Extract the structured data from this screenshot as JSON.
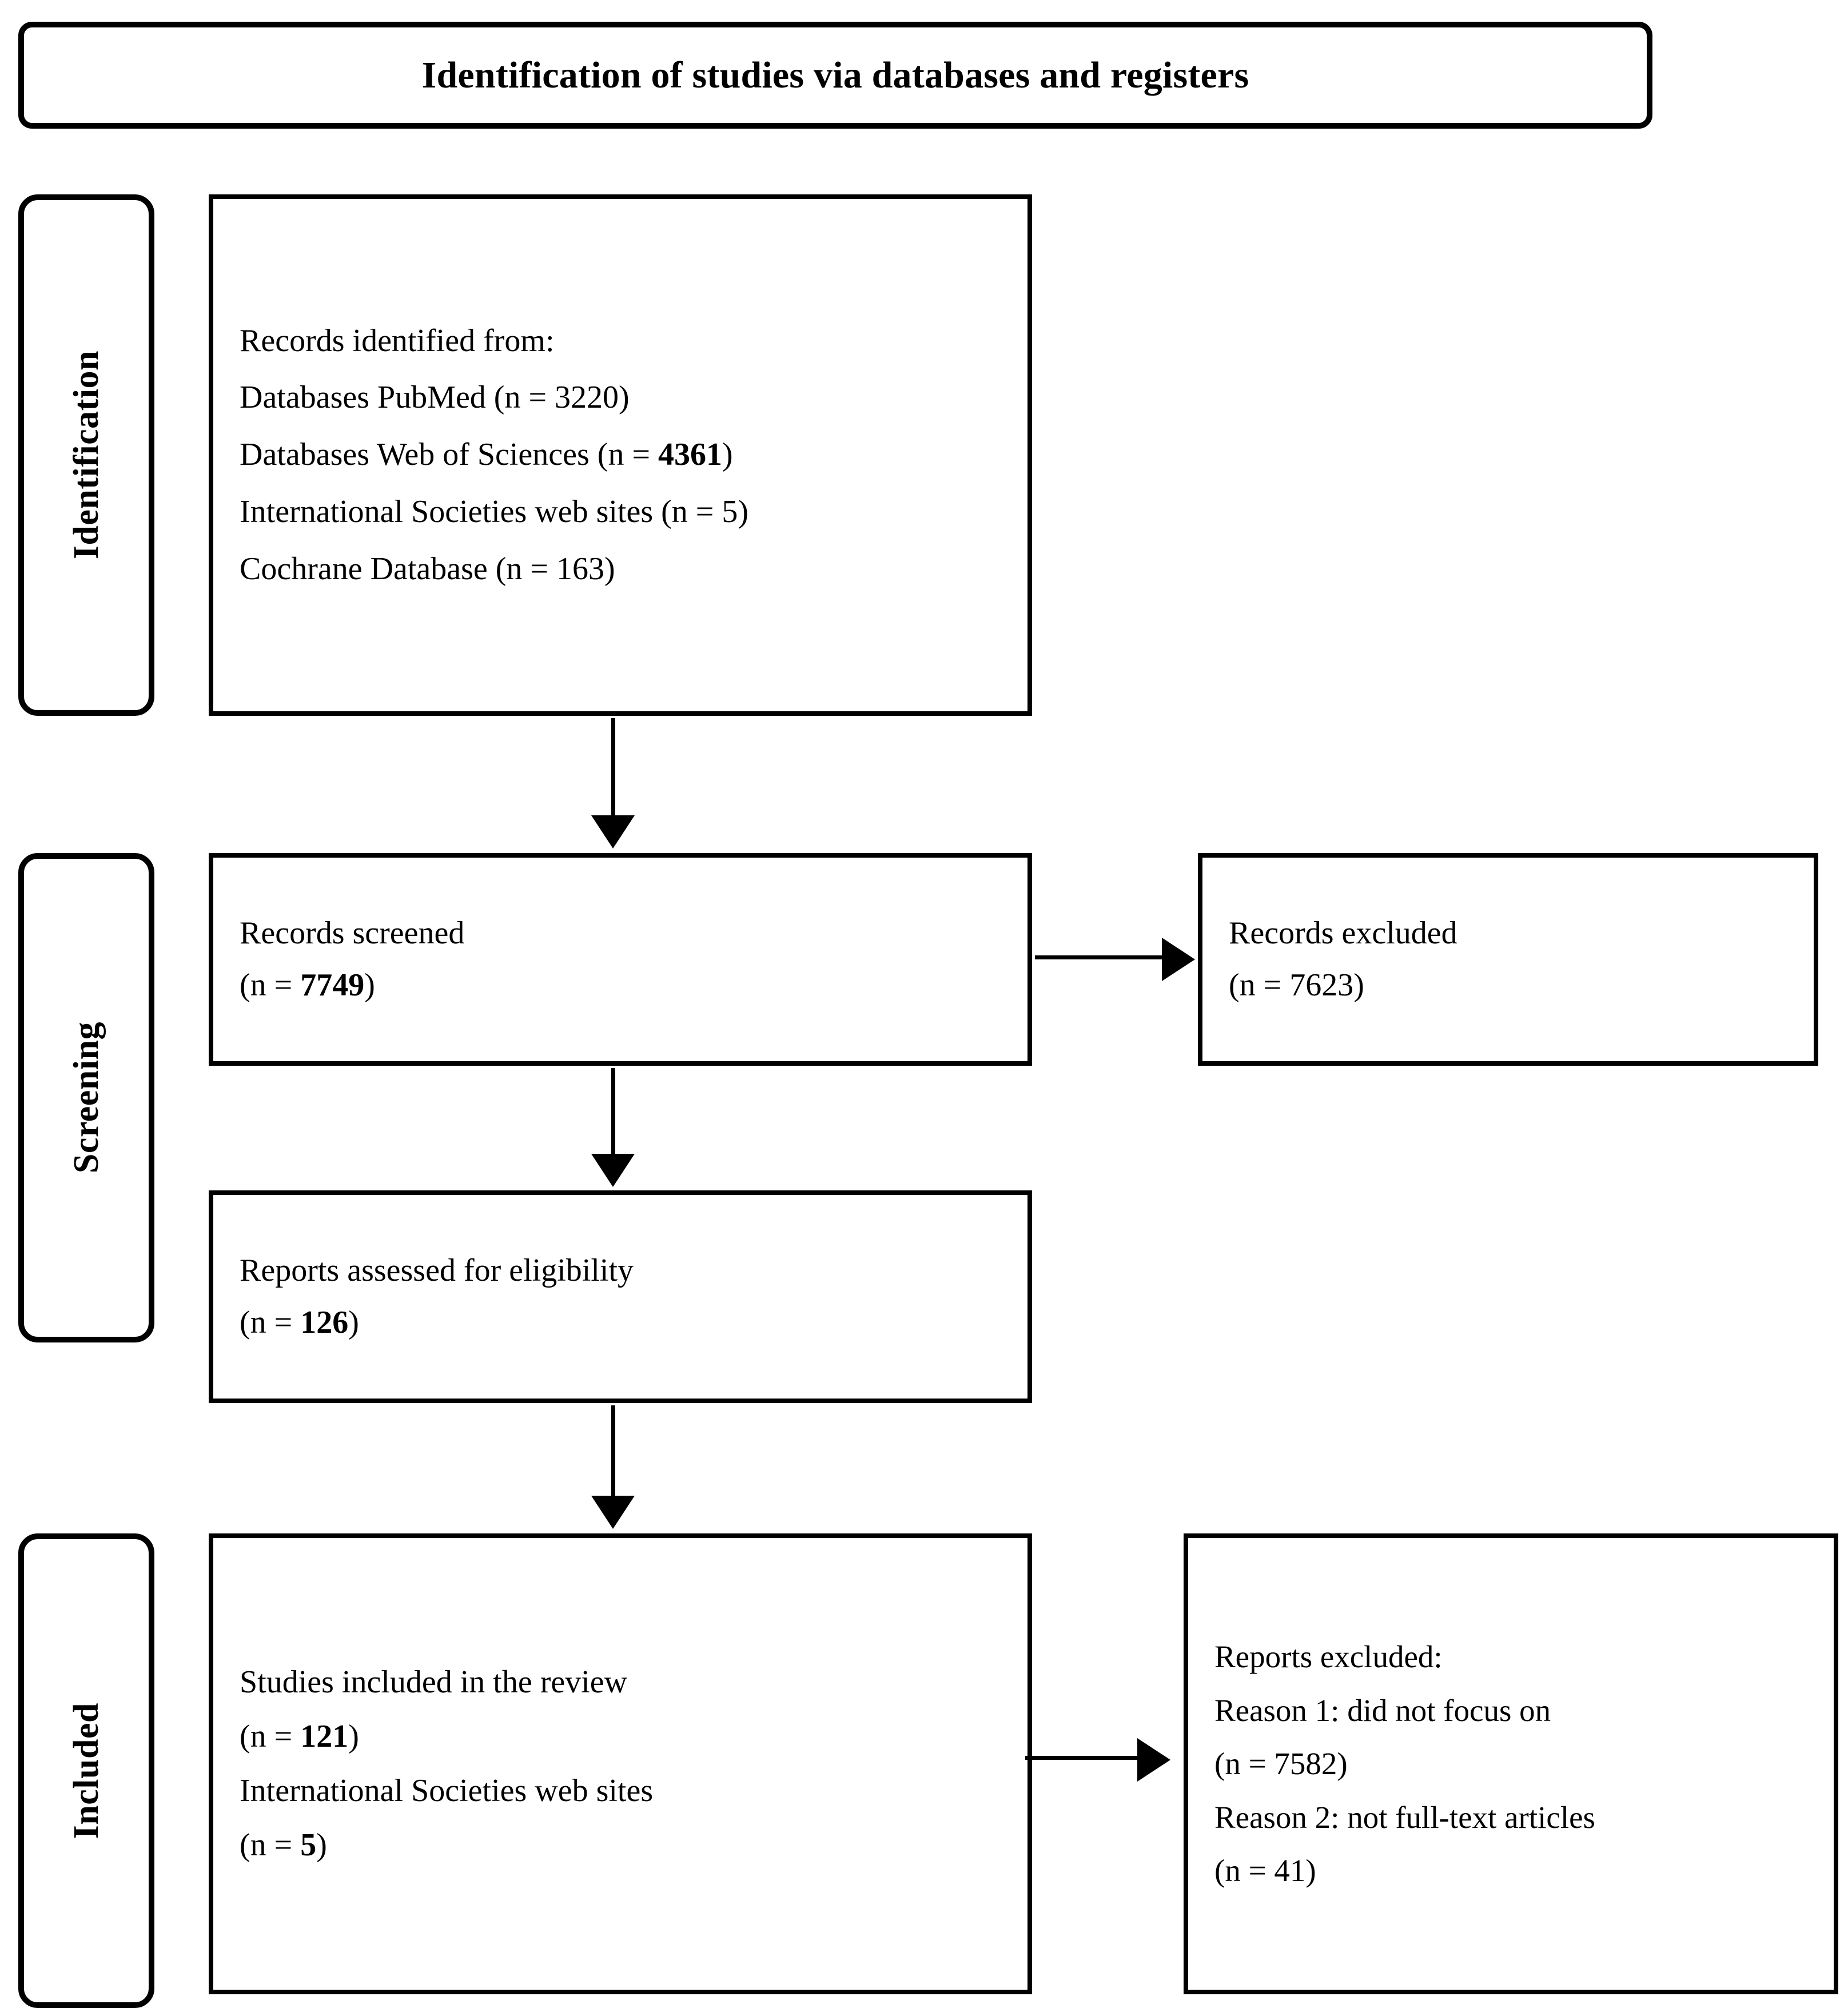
{
  "diagram": {
    "title": "Identification of studies via databases and registers",
    "type": "PRISMA flow diagram"
  },
  "stages": [
    {
      "id": "identification",
      "label": "Identification"
    },
    {
      "id": "screening",
      "label": "Screening"
    },
    {
      "id": "included",
      "label": "Included"
    }
  ],
  "boxes": {
    "identified": {
      "lines": [
        "Records identified from:",
        "Databases PubMed (n = 3220)",
        "Databases Web of Sciences (n = 4361)",
        "International Societies web sites (n = 5)",
        "Cochrane Database (n = 163)"
      ],
      "heading": "Records identified from:",
      "source_1_label": "Databases PubMed (n = ",
      "source_1_value": "3220",
      "source_1_close": ")",
      "source_2_label": "Databases Web of Sciences (n = ",
      "source_2_value": "4361",
      "source_2_close": ")",
      "source_3_label": "International Societies web sites (n = ",
      "source_3_value": "5",
      "source_3_close": ")",
      "source_4_label": "Cochrane Database (n = ",
      "source_4_value": "163",
      "source_4_close": ")"
    },
    "screened": {
      "title": "Records screened",
      "count_prefix": "(n = ",
      "count_value": "7749",
      "count_suffix": ")"
    },
    "records_excluded": {
      "title": "Records excluded",
      "count_prefix": "(n = ",
      "count_value": "7623",
      "count_suffix": ")"
    },
    "eligibility": {
      "title": "Reports assessed for eligibility",
      "count_prefix": "(n = ",
      "count_value": "126",
      "count_suffix": ")"
    },
    "included_studies": {
      "title": "Studies included in the review",
      "count_prefix": "(n = ",
      "count_value": "121",
      "count_suffix": ")",
      "secondary_title": "International Societies web sites",
      "secondary_prefix": "(n = ",
      "secondary_value": "5",
      "secondary_suffix": ")"
    },
    "reports_excluded": {
      "title": "Reports excluded:",
      "reason_1": "Reason 1: did not focus on",
      "reason_1_count": "(n = 7582)",
      "reason_2": "Reason 2: not full-text articles",
      "reason_2_count": "(n = 41)"
    }
  },
  "chart_data": {
    "type": "diagram",
    "title": "Identification of studies via databases and registers",
    "nodes": [
      {
        "stage": "Identification",
        "label": "Records identified from: Databases PubMed",
        "n": 3220
      },
      {
        "stage": "Identification",
        "label": "Databases Web of Sciences",
        "n": 4361
      },
      {
        "stage": "Identification",
        "label": "International Societies web sites",
        "n": 5
      },
      {
        "stage": "Identification",
        "label": "Cochrane Database",
        "n": 163
      },
      {
        "stage": "Screening",
        "label": "Records screened",
        "n": 7749
      },
      {
        "stage": "Screening",
        "label": "Records excluded",
        "n": 7623
      },
      {
        "stage": "Screening",
        "label": "Reports assessed for eligibility",
        "n": 126
      },
      {
        "stage": "Included",
        "label": "Studies included in the review",
        "n": 121
      },
      {
        "stage": "Included",
        "label": "International Societies web sites",
        "n": 5
      },
      {
        "stage": "Included",
        "label": "Reports excluded: Reason 1: did not focus on",
        "n": 7582
      },
      {
        "stage": "Included",
        "label": "Reports excluded: Reason 2: not full-text articles",
        "n": 41
      }
    ],
    "edges": [
      {
        "from": "Records identified from",
        "to": "Records screened"
      },
      {
        "from": "Records screened",
        "to": "Records excluded"
      },
      {
        "from": "Records screened",
        "to": "Reports assessed for eligibility"
      },
      {
        "from": "Reports assessed for eligibility",
        "to": "Studies included in the review"
      },
      {
        "from": "Studies included in the review",
        "to": "Reports excluded"
      }
    ]
  },
  "colors": {
    "stroke": "#000000",
    "background": "#ffffff",
    "text": "#000000"
  }
}
